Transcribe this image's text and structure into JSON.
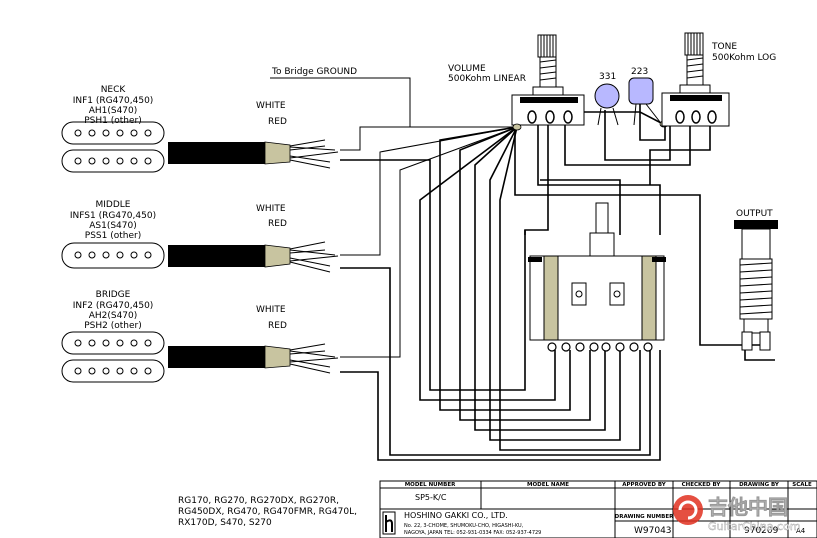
{
  "labels": {
    "ground": "To Bridge GROUND",
    "volume_title": "VOLUME",
    "volume_spec": "500Kohm LINEAR",
    "tone_title": "TONE",
    "tone_spec": "500Kohm LOG",
    "cap1": "331",
    "cap2": "223",
    "output": "OUTPUT",
    "white": "WHITE",
    "red": "RED"
  },
  "pickups": [
    {
      "title": "NECK",
      "lines": [
        "INF1 (RG470,450)",
        "AH1(S470)",
        "PSH1 (other)"
      ]
    },
    {
      "title": "MIDDLE",
      "lines": [
        "INFS1 (RG470,450)",
        "AS1(S470)",
        "PSS1 (other)"
      ]
    },
    {
      "title": "BRIDGE",
      "lines": [
        "INF2 (RG470,450)",
        "AH2(S470)",
        "PSH2 (other)"
      ]
    }
  ],
  "models": [
    "RG170, RG270, RG270DX, RG270R,",
    "RG450DX, RG470, RG470FMR, RG470L,",
    "RX170D, S470, S270"
  ],
  "title_block": {
    "h_model_number": "MODEL NUMBER",
    "h_model_name": "MODEL NAME",
    "h_approved": "APPROVED BY",
    "h_checked": "CHECKED BY",
    "h_drawing": "DRAWING BY",
    "h_scale": "SCALE",
    "model_number": "SP5-K/C",
    "company": "HOSHINO GAKKI CO., LTD.",
    "address1": "No. 22, 3-CHOME, SHUMOKU-CHO, HIGASHI-KU,",
    "address2": "NAGOYA, JAPAN        TEL: 052-931-0334  FAX: 052-937-4729",
    "h_drawing_number": "DRAWING NUMBER",
    "drawing_number": "W97043",
    "date": "970209",
    "scale": "A4"
  },
  "watermark": {
    "text_cn": "吉他中国",
    "url": "GuitarChina.com"
  }
}
